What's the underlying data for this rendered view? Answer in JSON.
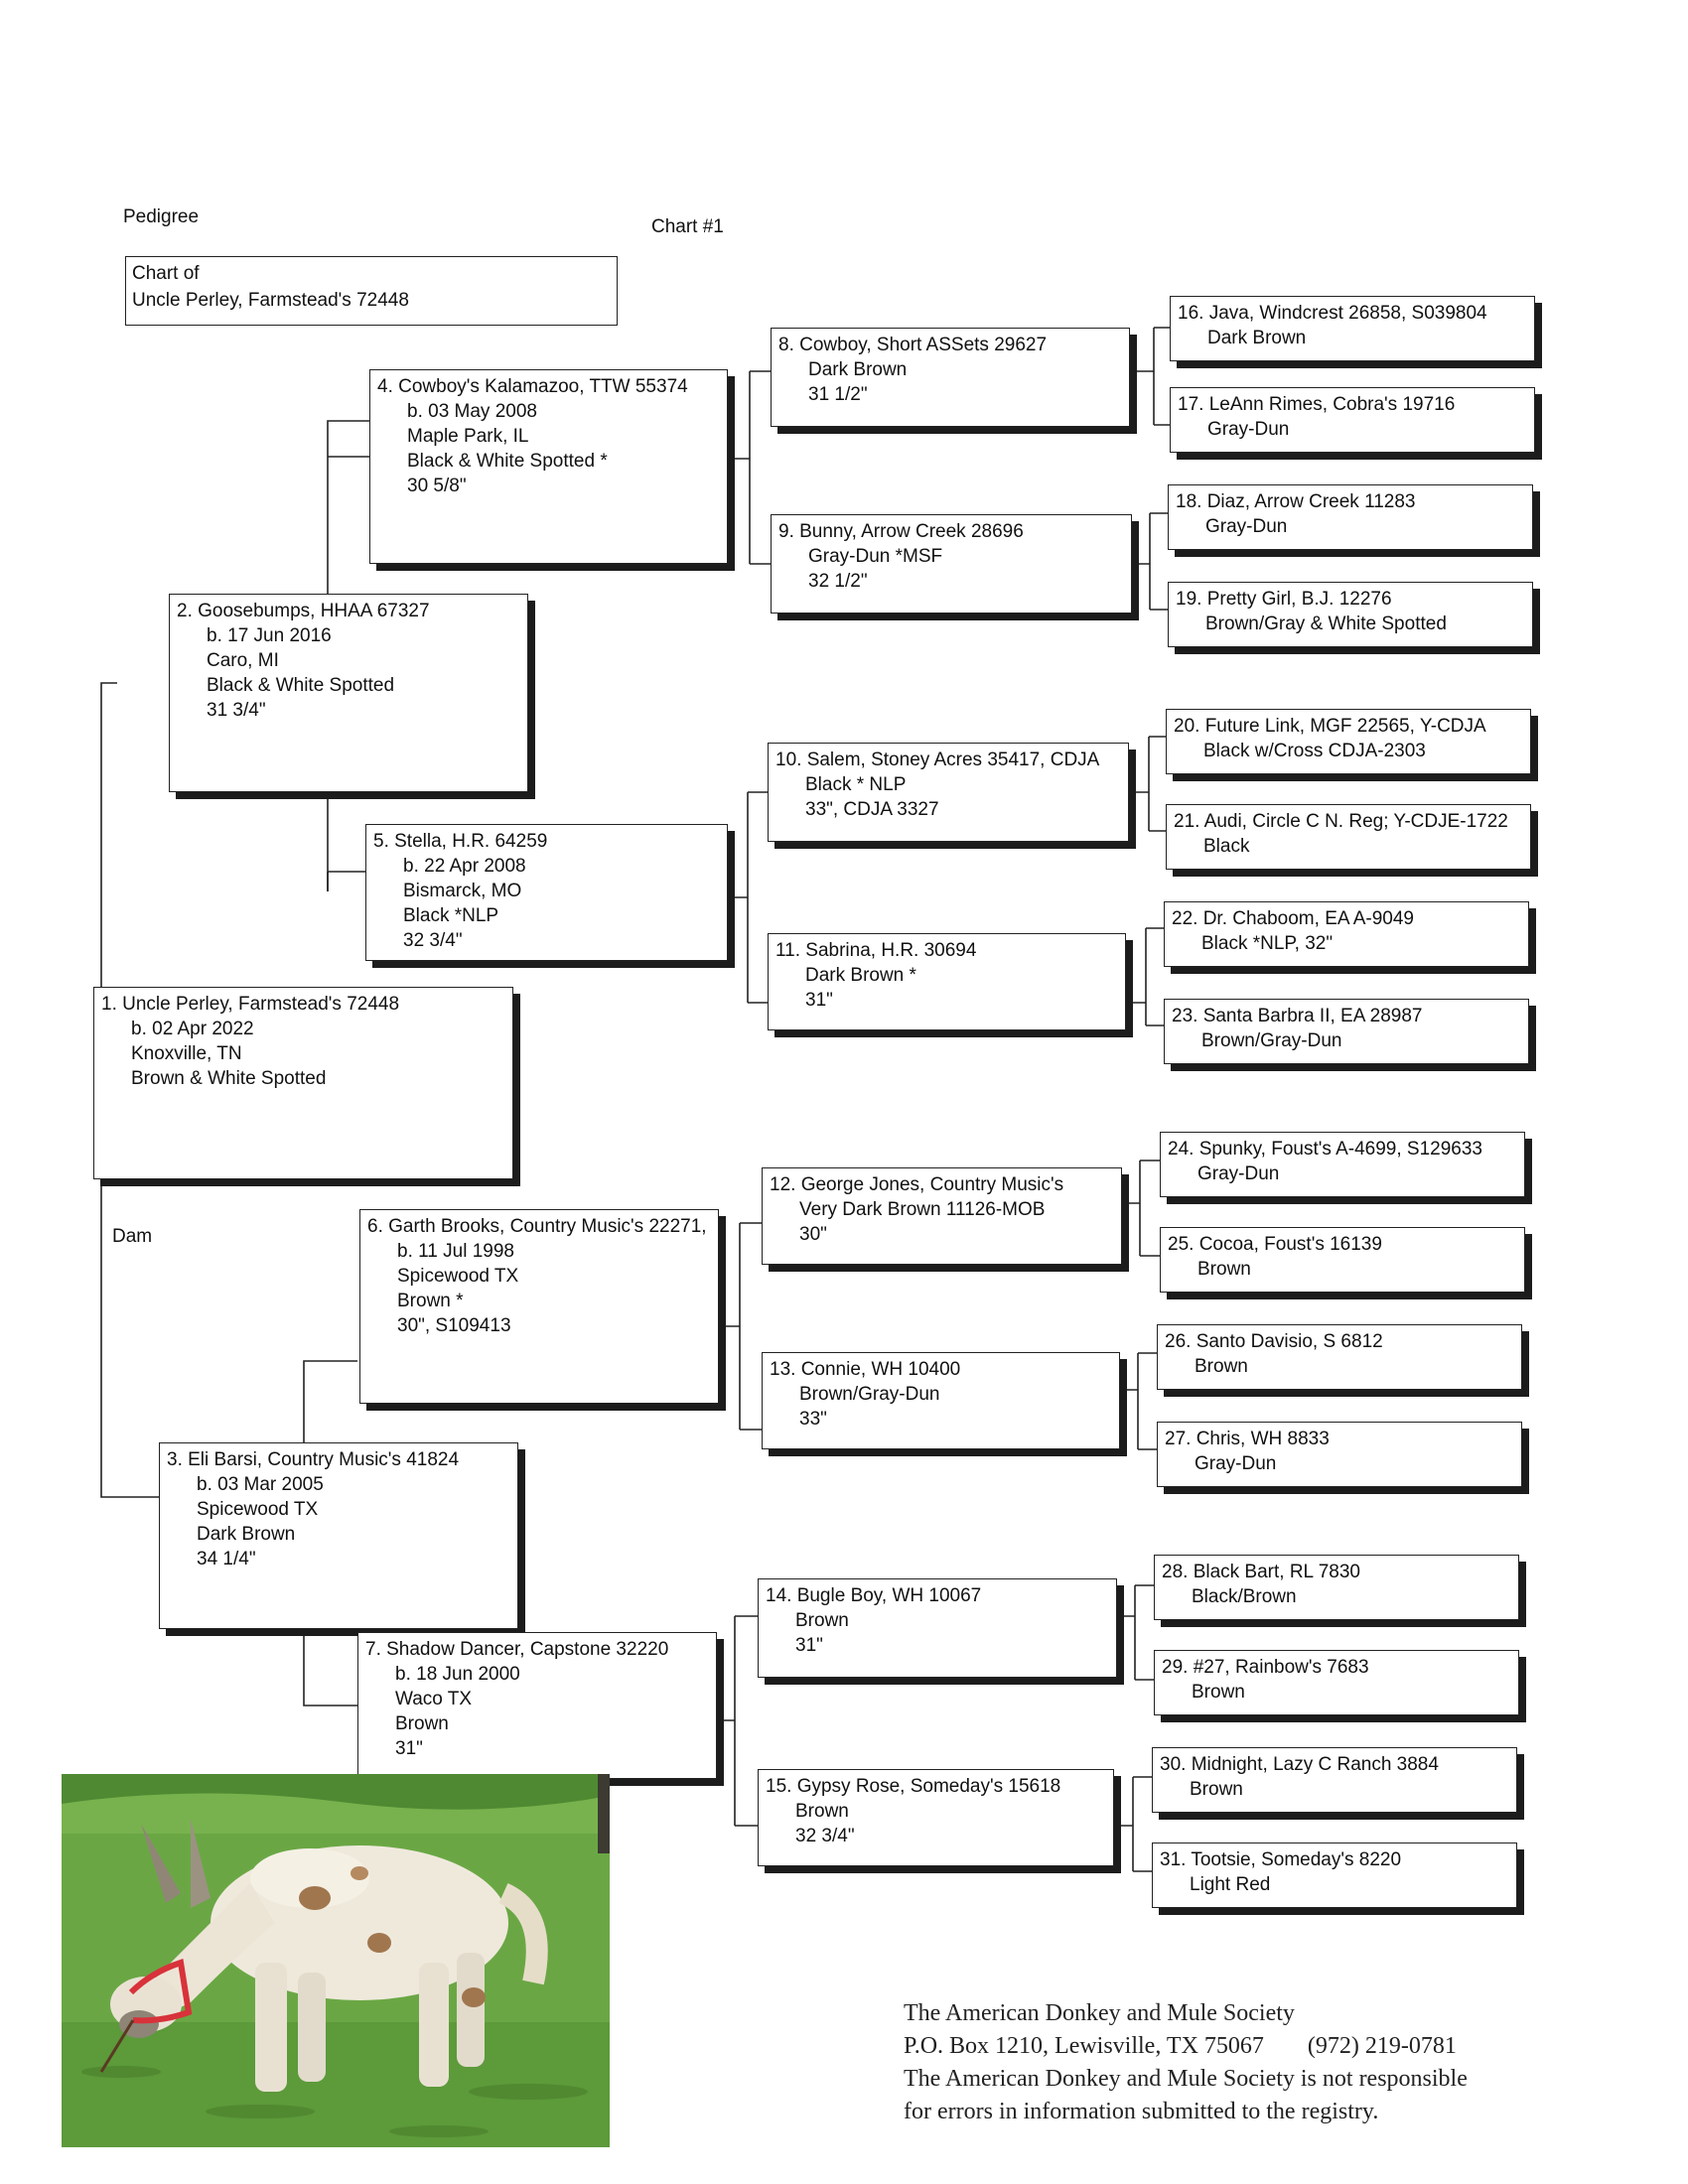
{
  "header": {
    "title": "Pedigree",
    "chart_no": "Chart #1"
  },
  "chart_of": {
    "line1": "Chart of",
    "line2": "Uncle Perley, Farmstead's 72448"
  },
  "dam_label": "Dam",
  "animals": [
    {
      "title": "1. Uncle Perley, Farmstead's 72448",
      "lines": [
        "b. 02 Apr 2022",
        "Knoxville, TN",
        "Brown & White Spotted"
      ]
    },
    {
      "title": "2. Goosebumps, HHAA 67327",
      "lines": [
        "b. 17 Jun 2016",
        "Caro, MI",
        "Black & White Spotted",
        "31 3/4\""
      ]
    },
    {
      "title": "3. Eli Barsi, Country Music's 41824",
      "lines": [
        "b. 03 Mar 2005",
        "Spicewood TX",
        "Dark Brown",
        "34 1/4\""
      ]
    },
    {
      "title": "4. Cowboy's Kalamazoo, TTW 55374",
      "lines": [
        "b. 03 May 2008",
        "Maple Park, IL",
        "Black & White Spotted *",
        "30 5/8\""
      ]
    },
    {
      "title": "5. Stella, H.R. 64259",
      "lines": [
        "b. 22 Apr 2008",
        "Bismarck, MO",
        "Black *NLP",
        "32 3/4\""
      ]
    },
    {
      "title": "6. Garth Brooks, Country Music's 22271,",
      "lines": [
        "b. 11 Jul 1998",
        "Spicewood TX",
        "Brown *",
        "30\", S109413"
      ]
    },
    {
      "title": "7. Shadow Dancer, Capstone 32220",
      "lines": [
        "b. 18 Jun 2000",
        "Waco TX",
        "Brown",
        "31\""
      ]
    },
    {
      "title": "8. Cowboy, Short ASSets 29627",
      "lines": [
        "Dark Brown",
        "31 1/2\""
      ]
    },
    {
      "title": "9. Bunny, Arrow Creek 28696",
      "lines": [
        "Gray-Dun *MSF",
        "32 1/2\""
      ]
    },
    {
      "title": "10. Salem, Stoney Acres 35417, CDJA",
      "lines": [
        "Black * NLP",
        "33\", CDJA 3327"
      ]
    },
    {
      "title": "11. Sabrina, H.R. 30694",
      "lines": [
        "Dark Brown *",
        "31\""
      ]
    },
    {
      "title": "12. George Jones, Country Music's",
      "lines": [
        "Very Dark Brown   11126-MOB",
        "30\""
      ]
    },
    {
      "title": "13. Connie, WH 10400",
      "lines": [
        "Brown/Gray-Dun",
        "33\""
      ]
    },
    {
      "title": "14. Bugle Boy, WH 10067",
      "lines": [
        "Brown",
        "31\""
      ]
    },
    {
      "title": "15. Gypsy Rose, Someday's 15618",
      "lines": [
        "Brown",
        "32 3/4\""
      ]
    },
    {
      "title": "16. Java, Windcrest 26858, S039804",
      "lines": [
        "Dark Brown"
      ]
    },
    {
      "title": "17. LeAnn Rimes, Cobra's 19716",
      "lines": [
        "Gray-Dun"
      ]
    },
    {
      "title": "18. Diaz, Arrow Creek 11283",
      "lines": [
        "Gray-Dun"
      ]
    },
    {
      "title": "19. Pretty Girl, B.J. 12276",
      "lines": [
        "Brown/Gray & White Spotted"
      ]
    },
    {
      "title": "20. Future Link, MGF 22565, Y-CDJA",
      "lines": [
        "Black w/Cross  CDJA-2303"
      ]
    },
    {
      "title": "21. Audi, Circle C N. Reg; Y-CDJE-1722",
      "lines": [
        "Black"
      ]
    },
    {
      "title": "22. Dr. Chaboom, EA A-9049",
      "lines": [
        "Black *NLP,    32\""
      ]
    },
    {
      "title": "23. Santa Barbra II, EA 28987",
      "lines": [
        "Brown/Gray-Dun"
      ]
    },
    {
      "title": "24. Spunky, Foust's A-4699, S129633",
      "lines": [
        "Gray-Dun"
      ]
    },
    {
      "title": "25. Cocoa, Foust's 16139",
      "lines": [
        "Brown"
      ]
    },
    {
      "title": "26. Santo Davisio, S 6812",
      "lines": [
        "Brown"
      ]
    },
    {
      "title": "27. Chris, WH 8833",
      "lines": [
        "Gray-Dun"
      ]
    },
    {
      "title": "28. Black Bart, RL 7830",
      "lines": [
        "Black/Brown"
      ]
    },
    {
      "title": "29. #27, Rainbow's 7683",
      "lines": [
        "Brown"
      ]
    },
    {
      "title": "30. Midnight, Lazy C Ranch 3884",
      "lines": [
        "Brown"
      ]
    },
    {
      "title": "31. Tootsie, Someday's 8220",
      "lines": [
        "Light Red"
      ]
    }
  ],
  "footer": {
    "line1": "The American Donkey and Mule Society",
    "line2_address": "P.O. Box 1210, Lewisville, TX 75067",
    "line2_phone": "(972) 219-0781",
    "line3": "The American Donkey and Mule Society is not responsible",
    "line4": "for errors in information submitted to the registry."
  },
  "photo": {
    "subject": "white and brown spotted miniature donkey with red halter on grass",
    "colors": {
      "grass": "#5f9a3c",
      "coat": "#efe9dc",
      "spots": "#a0764e",
      "halter": "#d8323a"
    }
  }
}
